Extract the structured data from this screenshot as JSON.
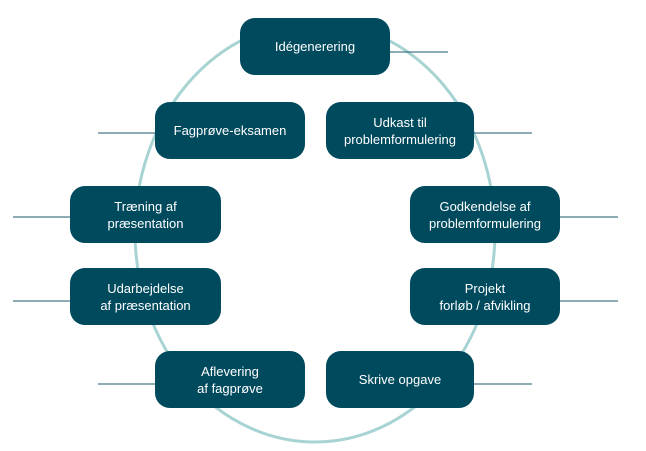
{
  "diagram": {
    "steps": [
      {
        "id": "idegenerering",
        "label": "Idégenerering"
      },
      {
        "id": "udkast",
        "label": "Udkast til\nproblemformulering"
      },
      {
        "id": "godkendelse",
        "label": "Godkendelse af\nproblemformulering"
      },
      {
        "id": "projekt",
        "label": "Projekt\nforløb / afvikling"
      },
      {
        "id": "skrive",
        "label": "Skrive opgave"
      },
      {
        "id": "aflevering",
        "label": "Aflevering\naf fagprøve"
      },
      {
        "id": "udarbejdelse",
        "label": "Udarbejdelse\naf præsentation"
      },
      {
        "id": "traening",
        "label": "Træning af\npræsentation"
      },
      {
        "id": "fagprove",
        "label": "Fagprøve-eksamen"
      }
    ],
    "colors": {
      "node_fill": "#004a5e",
      "node_text": "#ffffff",
      "circle": "#a8d3d3",
      "leader_line": "#1c5a6c"
    }
  }
}
